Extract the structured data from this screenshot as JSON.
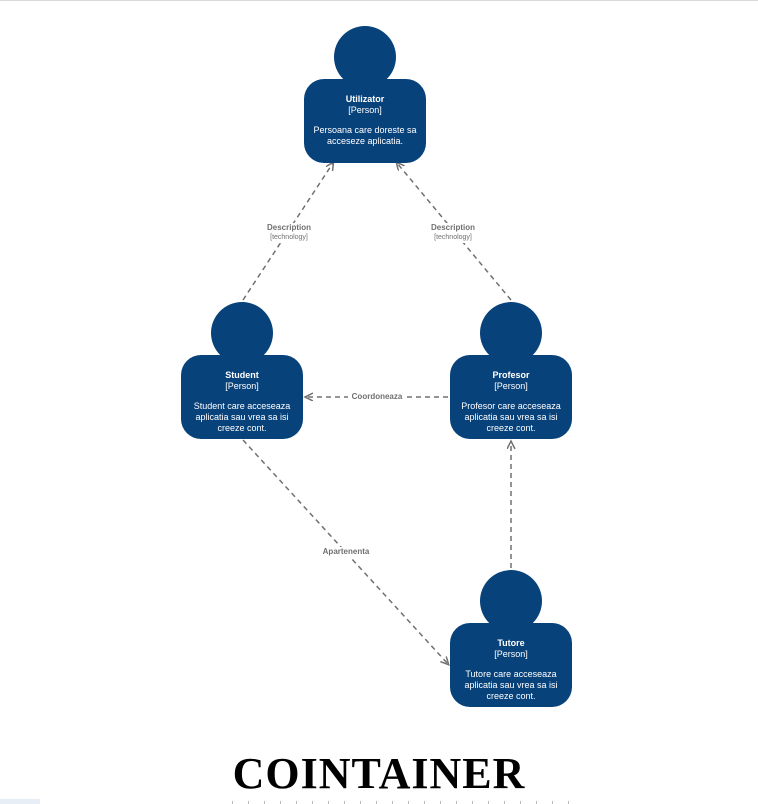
{
  "colors": {
    "person_fill": "#08427b",
    "edge_color": "#707070"
  },
  "diagram": {
    "title": "COINTAINER",
    "persons": {
      "utilizator": {
        "name": "Utilizator",
        "type": "[Person]",
        "description": "Persoana care doreste sa acceseze aplicatia."
      },
      "student": {
        "name": "Student",
        "type": "[Person]",
        "description": "Student care acceseaza aplicatia sau vrea sa isi creeze cont."
      },
      "profesor": {
        "name": "Profesor",
        "type": "[Person]",
        "description": "Profesor care acceseaza aplicatia sau vrea sa isi creeze cont."
      },
      "tutore": {
        "name": "Tutore",
        "type": "[Person]",
        "description": "Tutore care acceseaza aplicatia sau vrea sa isi creeze cont."
      }
    },
    "relationships": {
      "student_utilizator": {
        "from": "Student",
        "to": "Utilizator",
        "label": "Description",
        "technology": "[technology]"
      },
      "profesor_utilizator": {
        "from": "Profesor",
        "to": "Utilizator",
        "label": "Description",
        "technology": "[technology]"
      },
      "profesor_student": {
        "from": "Profesor",
        "to": "Student",
        "label": "Coordoneaza"
      },
      "student_tutore": {
        "from": "Student",
        "to": "Tutore",
        "label": "Apartenenta"
      },
      "tutore_profesor": {
        "from": "Tutore",
        "to": "Profesor",
        "label": ""
      }
    }
  }
}
